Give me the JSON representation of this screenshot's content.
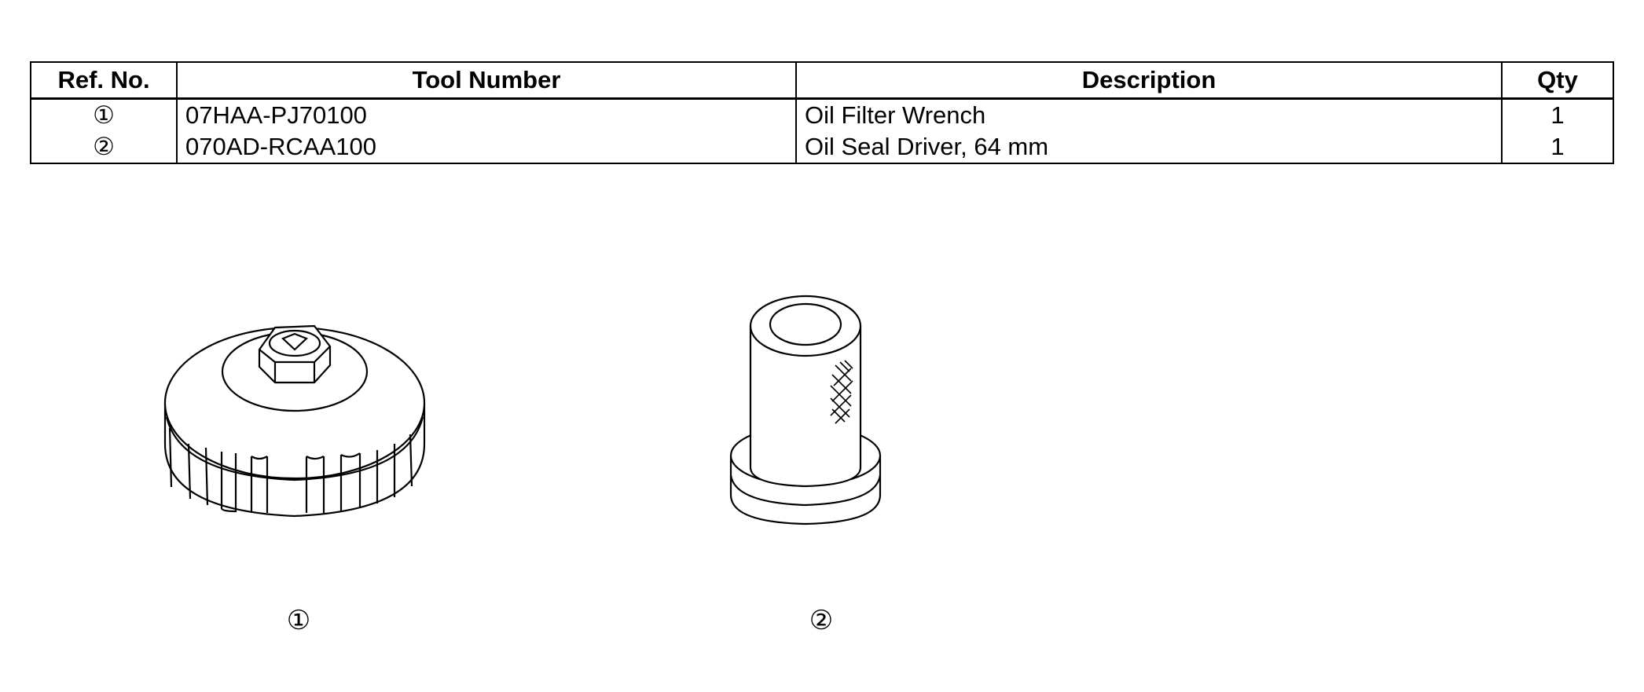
{
  "table": {
    "headers": {
      "ref": "Ref. No.",
      "tool": "Tool Number",
      "description": "Description",
      "qty": "Qty"
    },
    "rows": [
      {
        "ref": "①",
        "tool": "07HAA-PJ70100",
        "description": "Oil Filter Wrench",
        "qty": "1"
      },
      {
        "ref": "②",
        "tool": "070AD-RCAA100",
        "description": "Oil Seal Driver, 64 mm",
        "qty": "1"
      }
    ]
  },
  "figures": [
    {
      "label": "①",
      "icon": "oil-filter-wrench-illustration"
    },
    {
      "label": "②",
      "icon": "oil-seal-driver-illustration"
    }
  ]
}
